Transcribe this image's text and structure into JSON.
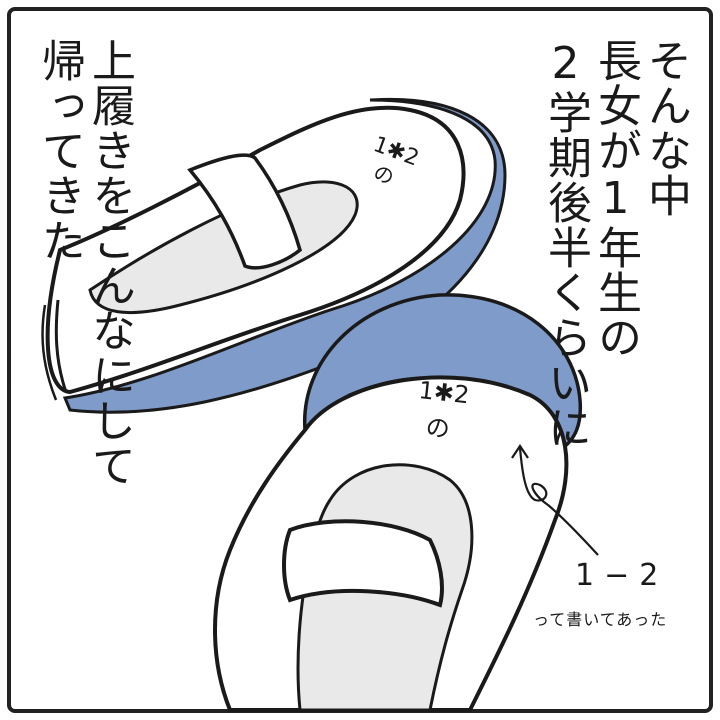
{
  "narration": {
    "line1": "そんな中",
    "line2": "長女が1年生の",
    "line3": "2学期後半くらいに",
    "line4": "上履きをこんなにして",
    "line5": "帰ってきた"
  },
  "annotation": {
    "number": "1−2",
    "text": "って書いてあった"
  },
  "shoe_top": {
    "label_top": "1✱2",
    "label_bottom": "の"
  },
  "shoe_bottom": {
    "label_top": "1✱2",
    "label_bottom": "の"
  },
  "colors": {
    "shoe_toe": "#7f9bc9",
    "ink": "#1a1a1a",
    "sole_gray": "#e9e9e9",
    "border": "#222222"
  }
}
